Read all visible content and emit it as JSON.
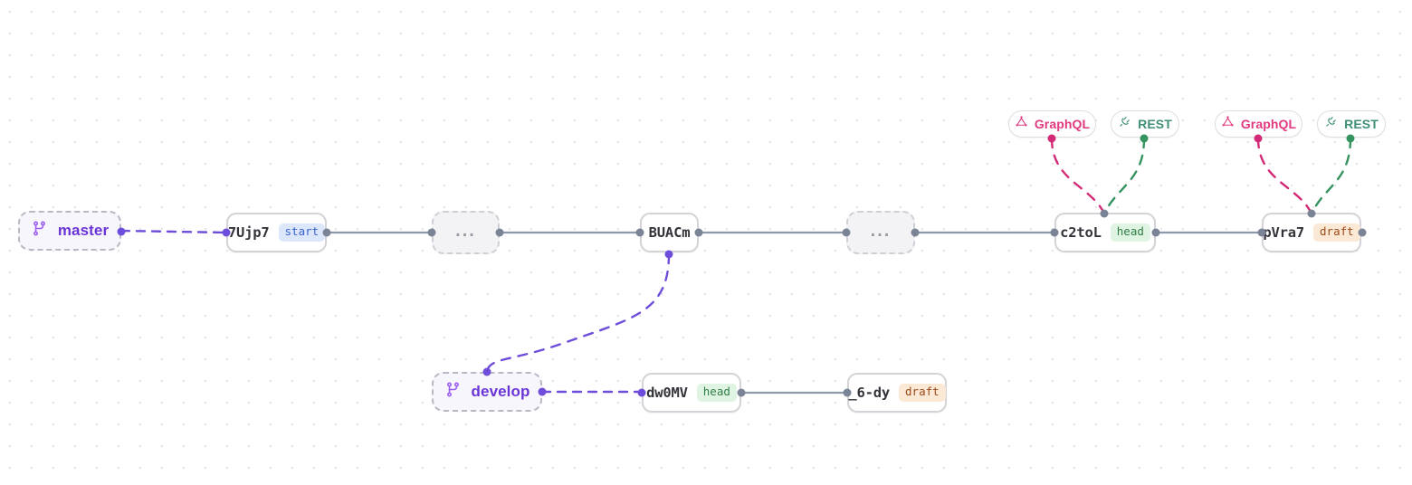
{
  "graph": {
    "title": "git-branch-graph",
    "colors": {
      "branch_text": "#6b35d6",
      "edge_purple": "#6f4ddb",
      "edge_gray": "#8e98ab",
      "graphql_pink": "#e1397f",
      "rest_green": "#3f8f78",
      "badge_start_bg": "#dde7fb",
      "badge_start_text": "#3763cd",
      "badge_head_bg": "#dff4e2",
      "badge_head_text": "#2e7d43",
      "badge_draft_bg": "#fbe9d6",
      "badge_draft_text": "#9a4a17",
      "background": "#ffffff",
      "grid_dot": "#e3e3e8"
    },
    "branches": [
      {
        "id": "master",
        "label": "master",
        "icon": "git-branch-icon"
      },
      {
        "id": "develop",
        "label": "develop",
        "icon": "git-branch-icon"
      }
    ],
    "commits": [
      {
        "id": "c_7ujp7",
        "hash": "7Ujp7",
        "badge": "start",
        "badge_type": "start"
      },
      {
        "id": "c_buacm",
        "hash": "BUACm",
        "badge": null,
        "badge_type": null
      },
      {
        "id": "c_c2tol",
        "hash": "c2toL",
        "badge": "head",
        "badge_type": "head"
      },
      {
        "id": "c_pvra7",
        "hash": "pVra7",
        "badge": "draft",
        "badge_type": "draft"
      },
      {
        "id": "c_dw0mv",
        "hash": "dw0MV",
        "badge": "head",
        "badge_type": "head"
      },
      {
        "id": "c_6dy",
        "hash": "_6-dy",
        "badge": "draft",
        "badge_type": "draft"
      }
    ],
    "ellipsis": [
      {
        "id": "e1",
        "label": "..."
      },
      {
        "id": "e2",
        "label": "..."
      }
    ],
    "api_pills": [
      {
        "id": "gql1",
        "label": "GraphQL",
        "icon": "graphql-icon",
        "kind": "graphql"
      },
      {
        "id": "rest1",
        "label": "REST",
        "icon": "plug-icon",
        "kind": "rest"
      },
      {
        "id": "gql2",
        "label": "GraphQL",
        "icon": "graphql-icon",
        "kind": "graphql"
      },
      {
        "id": "rest2",
        "label": "REST",
        "icon": "plug-icon",
        "kind": "rest"
      }
    ]
  }
}
